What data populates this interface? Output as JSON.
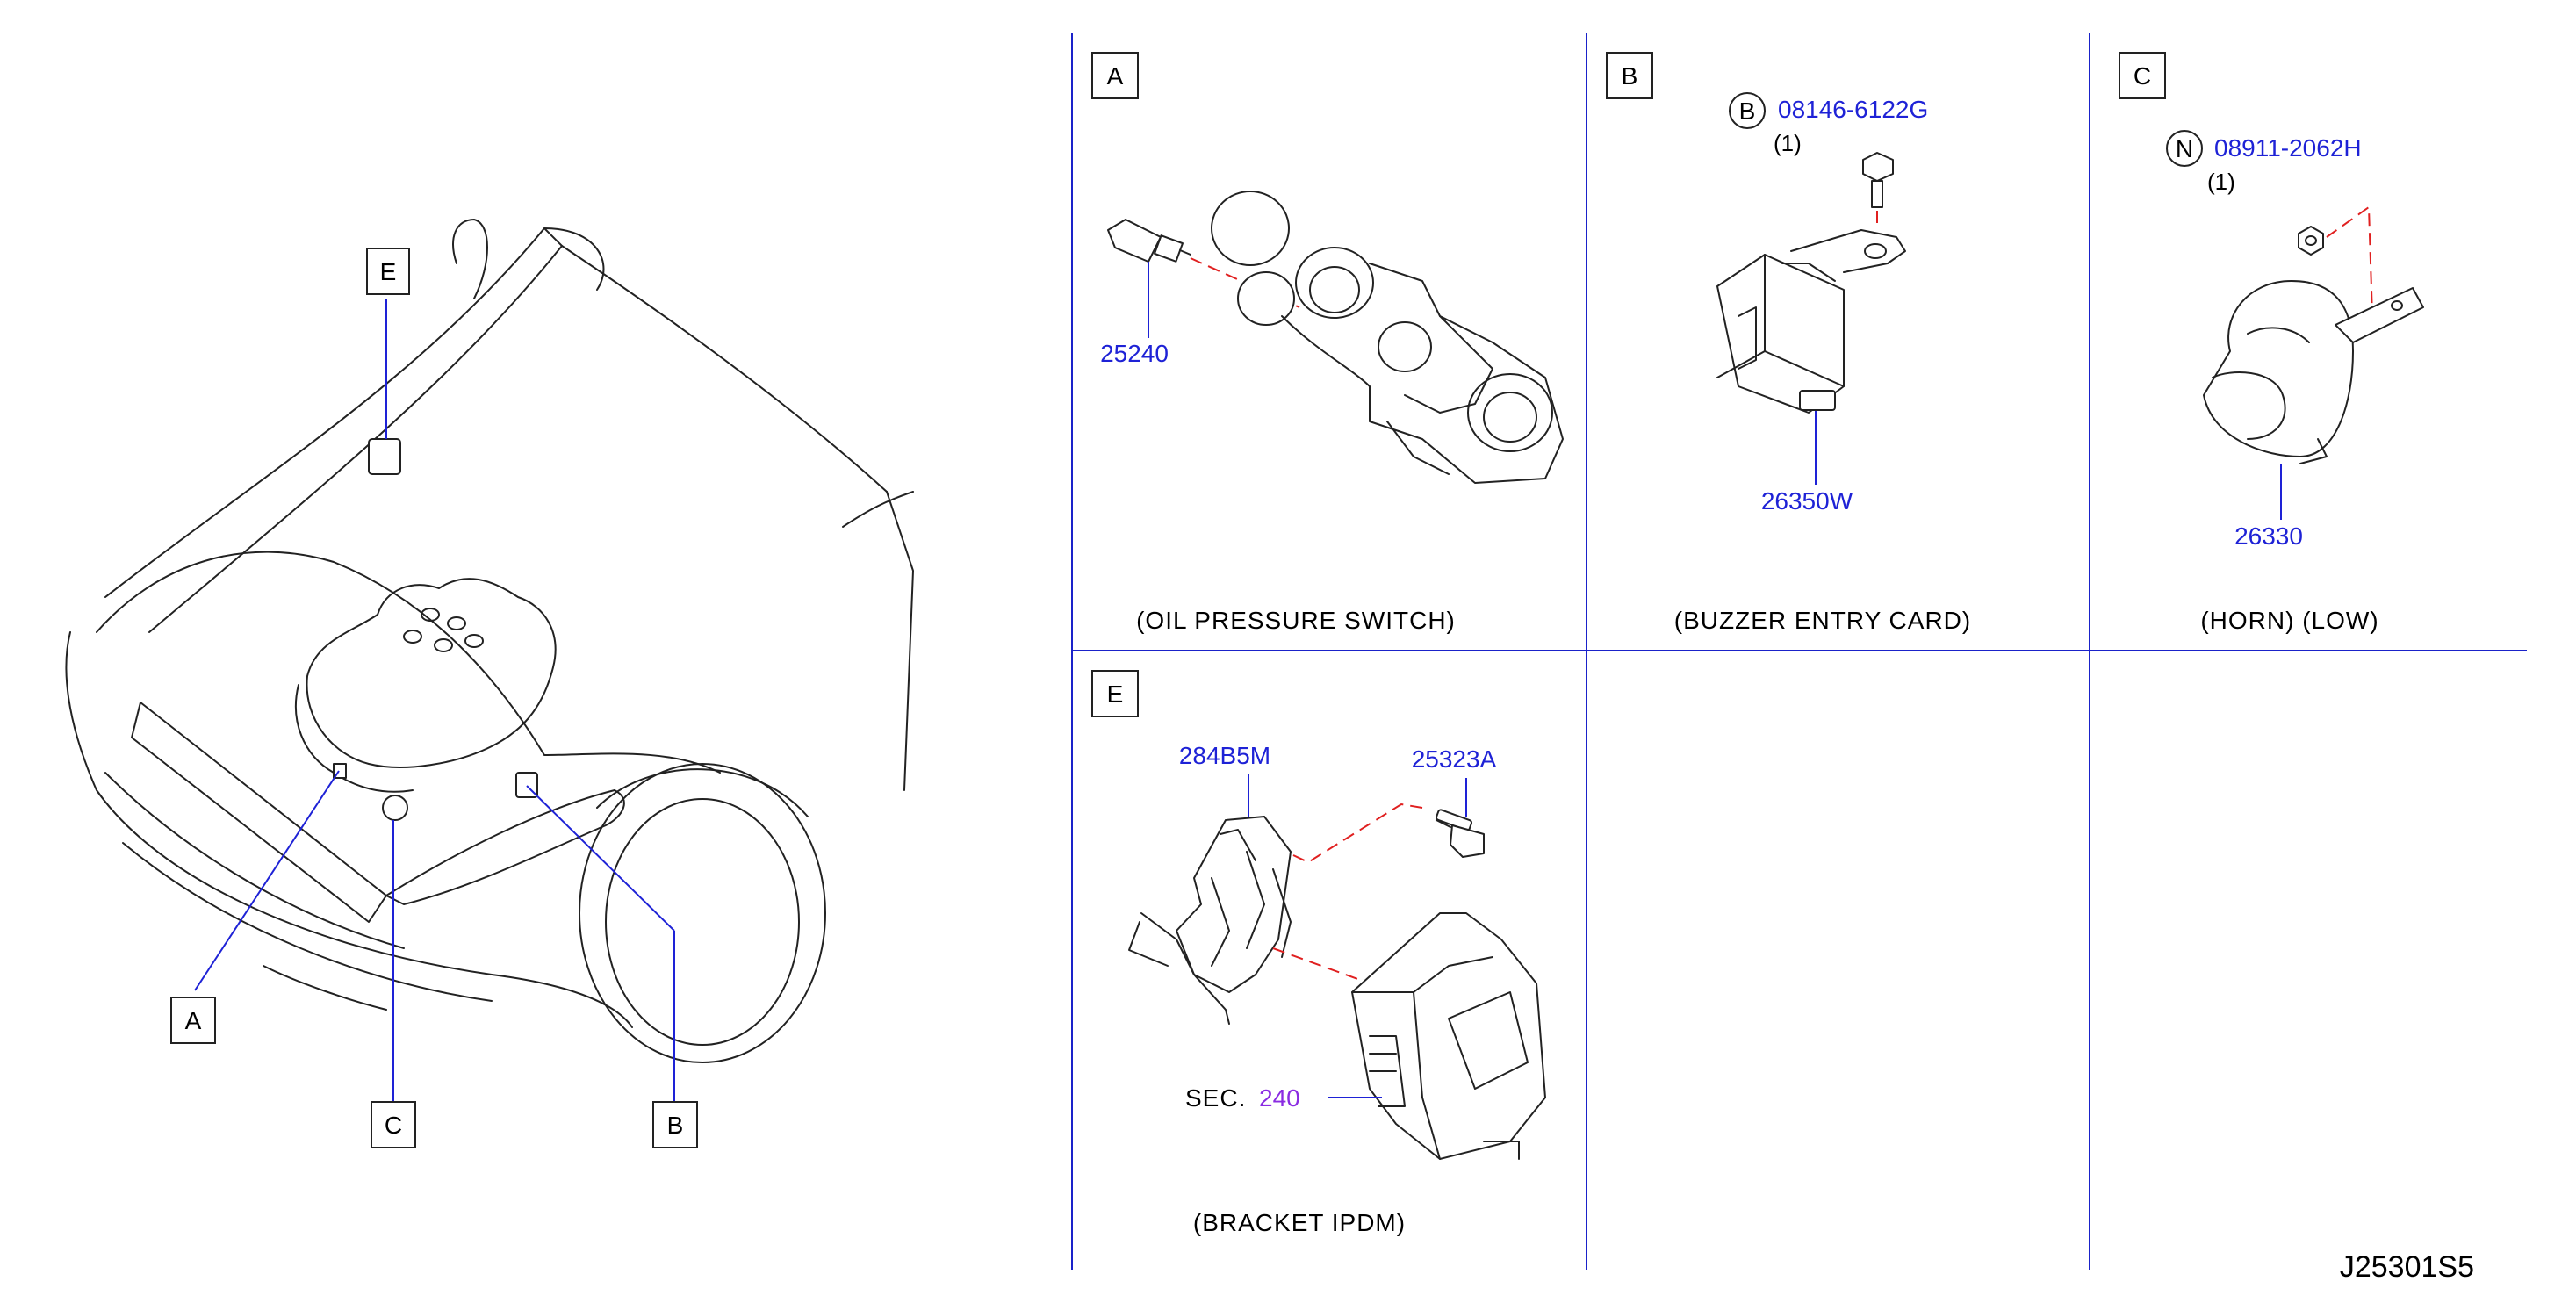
{
  "overview": {
    "callouts": [
      "E",
      "A",
      "C",
      "B"
    ]
  },
  "panels": {
    "A": {
      "letter": "A",
      "part_number": "25240",
      "caption": "(OIL   PRESSURE   SWITCH)"
    },
    "B": {
      "letter": "B",
      "fastener_symbol": "B",
      "fastener_number": "08146-6122G",
      "fastener_qty": "(1)",
      "part_number": "26350W",
      "caption": "(BUZZER   ENTRY   CARD)"
    },
    "C": {
      "letter": "C",
      "fastener_symbol": "N",
      "fastener_number": "08911-2062H",
      "fastener_qty": "(1)",
      "part_number": "26330",
      "caption": "(HORN)   (LOW)"
    },
    "E": {
      "letter": "E",
      "part_number_bracket": "284B5M",
      "part_number_bolt": "25323A",
      "sec_label": "SEC.",
      "sec_ref": "240",
      "caption": "(BRACKET   IPDM)"
    }
  },
  "drawing_code": "J25301S5",
  "colors": {
    "part_number": "#1e22d6",
    "section_ref": "#8a2be2",
    "dashed_line": "#e02020",
    "grid": "#1a22c9"
  }
}
